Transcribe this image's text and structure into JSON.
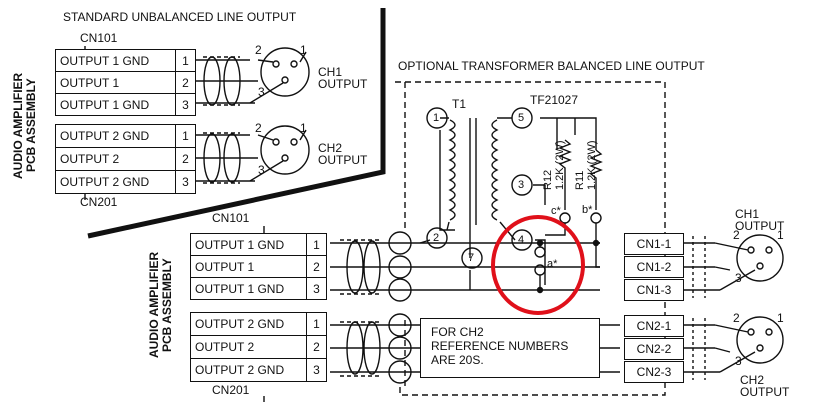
{
  "top_section": {
    "title": "STANDARD UNBALANCED LINE OUTPUT",
    "board_label": "AUDIO AMPLIFIER\nPCB ASSEMBLY",
    "cn101": "CN101",
    "cn201": "CN201",
    "ch1_rows": [
      {
        "name": "OUTPUT 1 GND",
        "pin": "1"
      },
      {
        "name": "OUTPUT 1",
        "pin": "2"
      },
      {
        "name": "OUTPUT 1 GND",
        "pin": "3"
      }
    ],
    "ch2_rows": [
      {
        "name": "OUTPUT 2 GND",
        "pin": "1"
      },
      {
        "name": "OUTPUT 2",
        "pin": "2"
      },
      {
        "name": "OUTPUT 2 GND",
        "pin": "3"
      }
    ],
    "ch1_out": "CH1\nOUTPUT",
    "ch2_out": "CH2\nOUTPUT",
    "xlr_pins": {
      "p1": "1",
      "p2": "2",
      "p3": "3"
    }
  },
  "bottom_section": {
    "title": "OPTIONAL TRANSFORMER BALANCED LINE OUTPUT",
    "board_label": "AUDIO AMPLIFIER\nPCB ASSEMBLY",
    "cn101": "CN101",
    "cn201": "CN201",
    "ch1_rows": [
      {
        "name": "OUTPUT 1 GND",
        "pin": "1"
      },
      {
        "name": "OUTPUT 1",
        "pin": "2"
      },
      {
        "name": "OUTPUT 1 GND",
        "pin": "3"
      }
    ],
    "ch2_rows": [
      {
        "name": "OUTPUT 2 GND",
        "pin": "1"
      },
      {
        "name": "OUTPUT 2",
        "pin": "2"
      },
      {
        "name": "OUTPUT 2 GND",
        "pin": "3"
      }
    ],
    "t1": "T1",
    "tf": "TF21027",
    "r12": "R12\n1.2K (2W)",
    "r11": "R11\n1.2K (2W)",
    "node_a": "a*",
    "node_b": "b*",
    "node_c": "c*",
    "taps": [
      "1",
      "2",
      "3",
      "4",
      "5",
      "7"
    ],
    "cn1_pins": [
      "CN1-1",
      "CN1-2",
      "CN1-3"
    ],
    "cn2_pins": [
      "CN2-1",
      "CN2-2",
      "CN2-3"
    ],
    "note": "FOR CH2\nREFERENCE NUMBERS\nARE 20S.",
    "ch1_out": "CH1\nOUTPUT",
    "ch2_out": "CH2\nOUTPUT",
    "xlr_pins": {
      "p1": "1",
      "p2": "2",
      "p3": "3"
    }
  },
  "colors": {
    "ink": "#111111",
    "highlight": "#e0101a"
  }
}
